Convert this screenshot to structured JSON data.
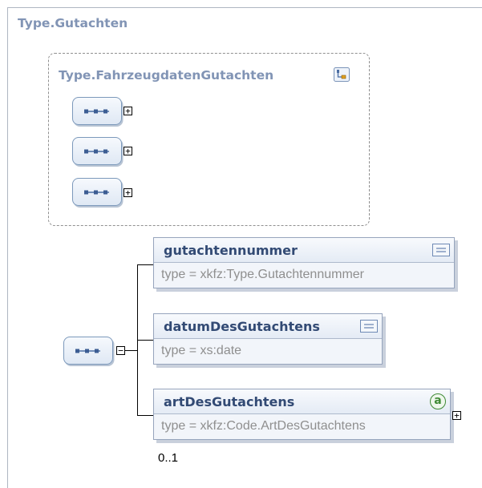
{
  "complex_type": {
    "title": "Type.Gutachten"
  },
  "group": {
    "title": "Type.FahrzeugdatenGutachten",
    "icon": "type-reference-icon",
    "sequences": [
      {
        "icon": "sequence-icon",
        "expander": "+"
      },
      {
        "icon": "sequence-icon",
        "expander": "+"
      },
      {
        "icon": "sequence-icon",
        "expander": "+"
      }
    ]
  },
  "sequence": {
    "icon": "sequence-icon",
    "expander": "−"
  },
  "elements": [
    {
      "name": "gutachtennummer",
      "type": "type = xkfz:Type.Gutachtennummer",
      "icon": "documentation-icon"
    },
    {
      "name": "datumDesGutachtens",
      "type": "type = xs:date",
      "icon": "documentation-icon"
    },
    {
      "name": "artDesGutachtens",
      "type": "type = xkfz:Code.ArtDesGutachtens",
      "icon": "attributes-icon",
      "icon_text": "a",
      "expander": "+",
      "occurs": "0..1"
    }
  ]
}
